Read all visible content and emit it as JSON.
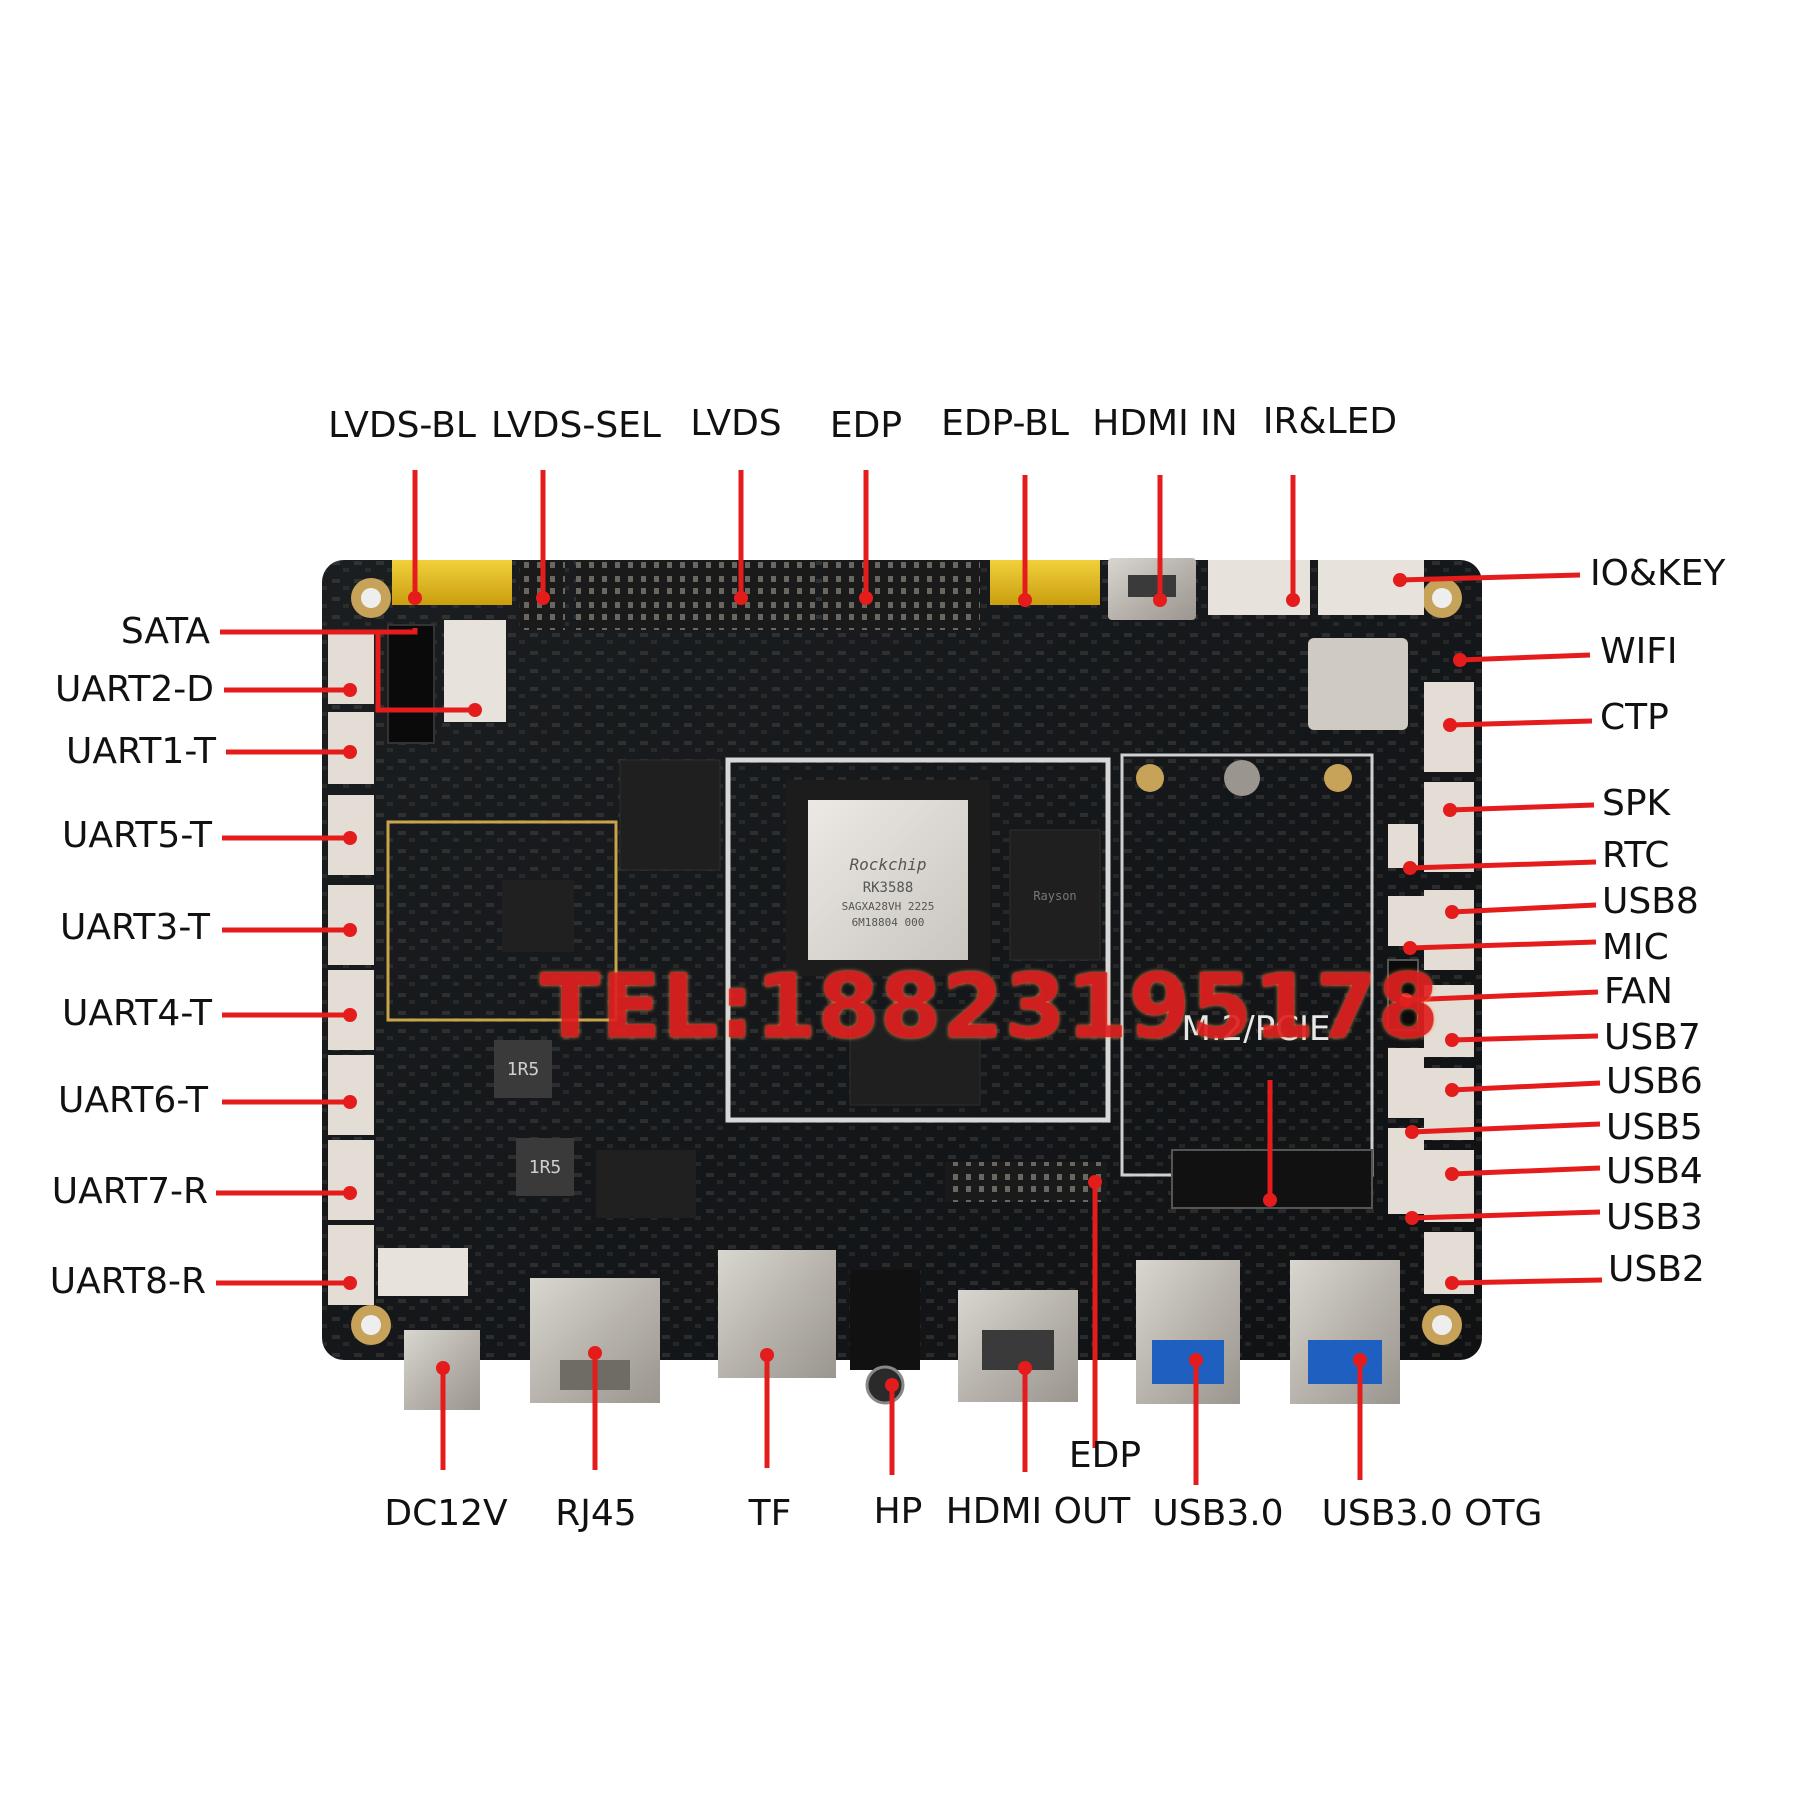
{
  "board": {
    "processor_marking": "Rockchip",
    "processor_model": "RK3588",
    "processor_lot": "SAGXA28VH 2225",
    "processor_code": "6M18804 000",
    "slot_label": "M.2/PCIE",
    "inductor_label_1": "1R5",
    "inductor_label_2": "1R5",
    "ram_brand": "Rayson"
  },
  "watermark": "TEL:18823195178",
  "colors": {
    "pointer": "#e51c1c",
    "pcb": "#141618",
    "connector_yellow": "#e8c01a",
    "connector_white": "#e8e2dc",
    "watermark": "#e02020"
  },
  "labels": {
    "top": [
      "LVDS-BL",
      "LVDS-SEL",
      "LVDS",
      "EDP",
      "EDP-BL",
      "HDMI IN",
      "IR&LED"
    ],
    "left": [
      "SATA",
      "UART2-D",
      "UART1-T",
      "UART5-T",
      "UART3-T",
      "UART4-T",
      "UART6-T",
      "UART7-R",
      "UART8-R"
    ],
    "right": [
      "IO&KEY",
      "WIFI",
      "CTP",
      "SPK",
      "RTC",
      "USB8",
      "MIC",
      "FAN",
      "USB7",
      "USB6",
      "USB5",
      "USB4",
      "USB3",
      "USB2"
    ],
    "bottom": [
      "DC12V",
      "RJ45",
      "TF",
      "HP",
      "HDMI OUT",
      "EDP",
      "USB3.0",
      "USB3.0 OTG"
    ]
  }
}
